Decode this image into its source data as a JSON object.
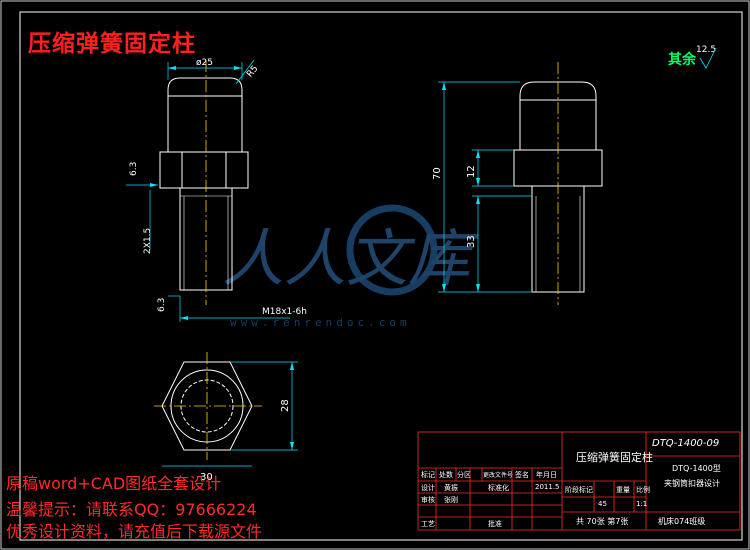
{
  "title": "压缩弹簧固定柱",
  "roughness": {
    "label": "其余",
    "value": "12.5"
  },
  "dimensions": {
    "head_dia": "ø25",
    "head_radius": "R5",
    "chamfer_top": "6.3",
    "undercut": "2X1.5",
    "chamfer_bottom": "6.3",
    "thread": "M18x1-6h",
    "total_length": "70",
    "hex_height": "12",
    "thread_length": "33",
    "hex_flat": "28",
    "hex_bottom": "30"
  },
  "watermark": {
    "text": "人人文库",
    "url": "www.renrendoc.com"
  },
  "promo": {
    "line1": "原稿word+CAD图纸全套设计",
    "line2": "温馨提示：请联系QQ：97666224",
    "line3": "优秀设计资料，请充值后下载源文件"
  },
  "title_block": {
    "part_name": "压缩弹簧固定柱",
    "drawing_no": "DTQ-1400-09",
    "assembly": "DTQ-1400型",
    "assembly_name": "夹钢筒扣器设计",
    "header_cells": [
      "标记",
      "处数",
      "分区",
      "更改文件号",
      "签名",
      "年月日"
    ],
    "design_label": "设计",
    "designer": "黄振",
    "standardize_label": "标准化",
    "date": "2011.5",
    "check_label": "审核",
    "checker": "张刚",
    "process_label": "工艺",
    "approve_label": "批准",
    "stage_label": "阶段标记",
    "weight_label": "重量",
    "scale_label": "比例",
    "weight": "45",
    "scale": "1:1",
    "sheet_info": "共 70张 第7张",
    "org": "机床074班级"
  }
}
